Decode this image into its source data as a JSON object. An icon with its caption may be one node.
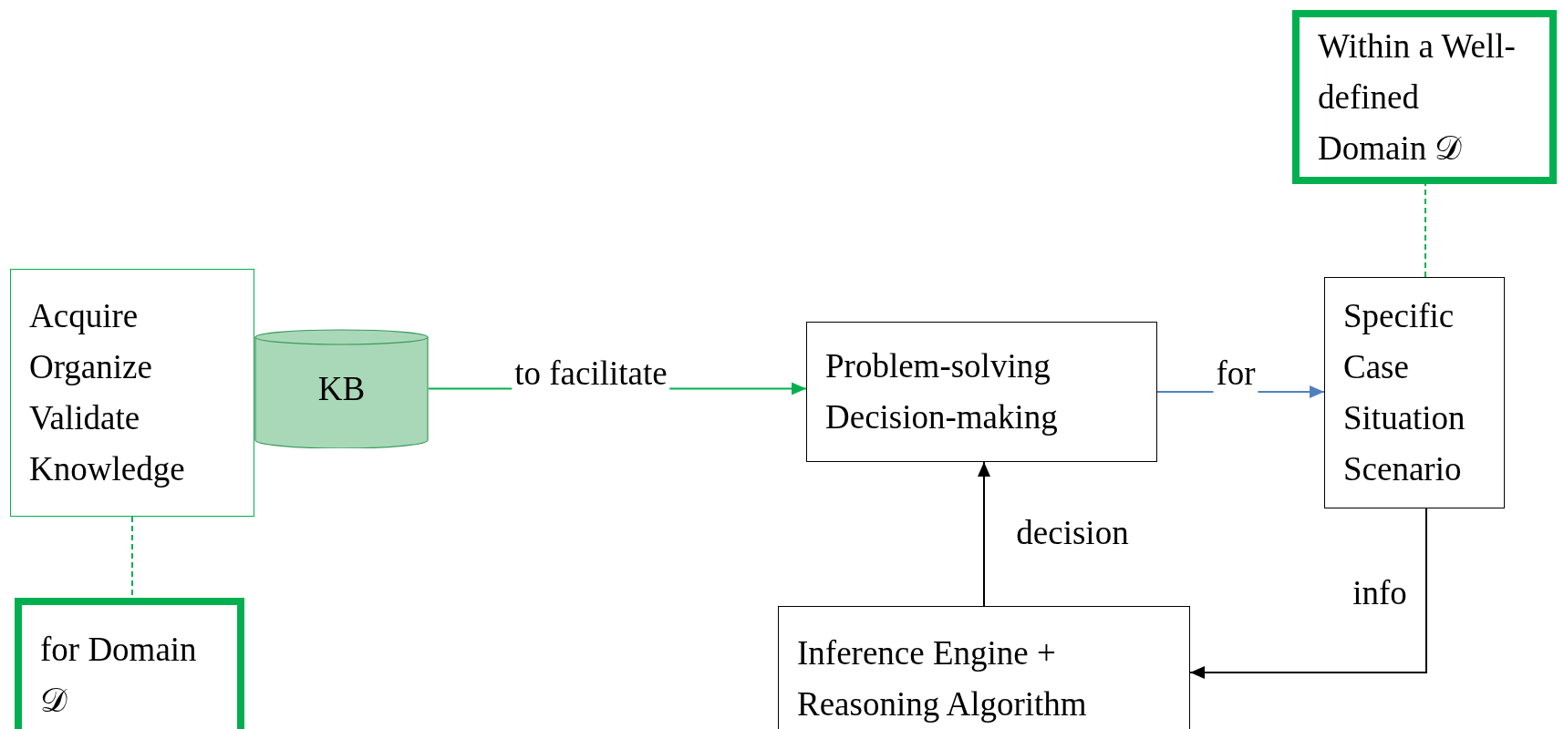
{
  "diagram": {
    "nodes": [
      {
        "text": [
          "Within a Well-defined Domain 𝒟"
        ]
      },
      {
        "text": [
          "Acquire Organize Validate Knowledge"
        ]
      },
      {
        "text": [
          "KB"
        ]
      },
      {
        "text": [
          "Problem-solving Decision-making"
        ]
      },
      {
        "text": [
          "Specific Case Situation Scenario"
        ]
      },
      {
        "text": [
          "Inference Engine + Reasoning Algorithm"
        ]
      },
      {
        "text": [
          "for Domain 𝒟"
        ]
      }
    ],
    "edges": [
      {
        "from": 1,
        "to": 6,
        "arrow": "none",
        "style": "dashed",
        "color": "#00b050"
      },
      {
        "from": 2,
        "to": 3,
        "arrow": "to",
        "label": "to facilitate",
        "color": "#00b050"
      },
      {
        "from": 3,
        "to": 4,
        "arrow": "to",
        "label": "for",
        "color": "#4f81bd"
      },
      {
        "from": 4,
        "to": 0,
        "arrow": "none",
        "style": "dashed",
        "color": "#00b050"
      },
      {
        "from": 4,
        "to": 5,
        "arrow": "to",
        "label": "info",
        "color": "#000000"
      },
      {
        "from": 5,
        "to": 3,
        "arrow": "to",
        "label": "decision",
        "color": "#000000"
      }
    ]
  }
}
